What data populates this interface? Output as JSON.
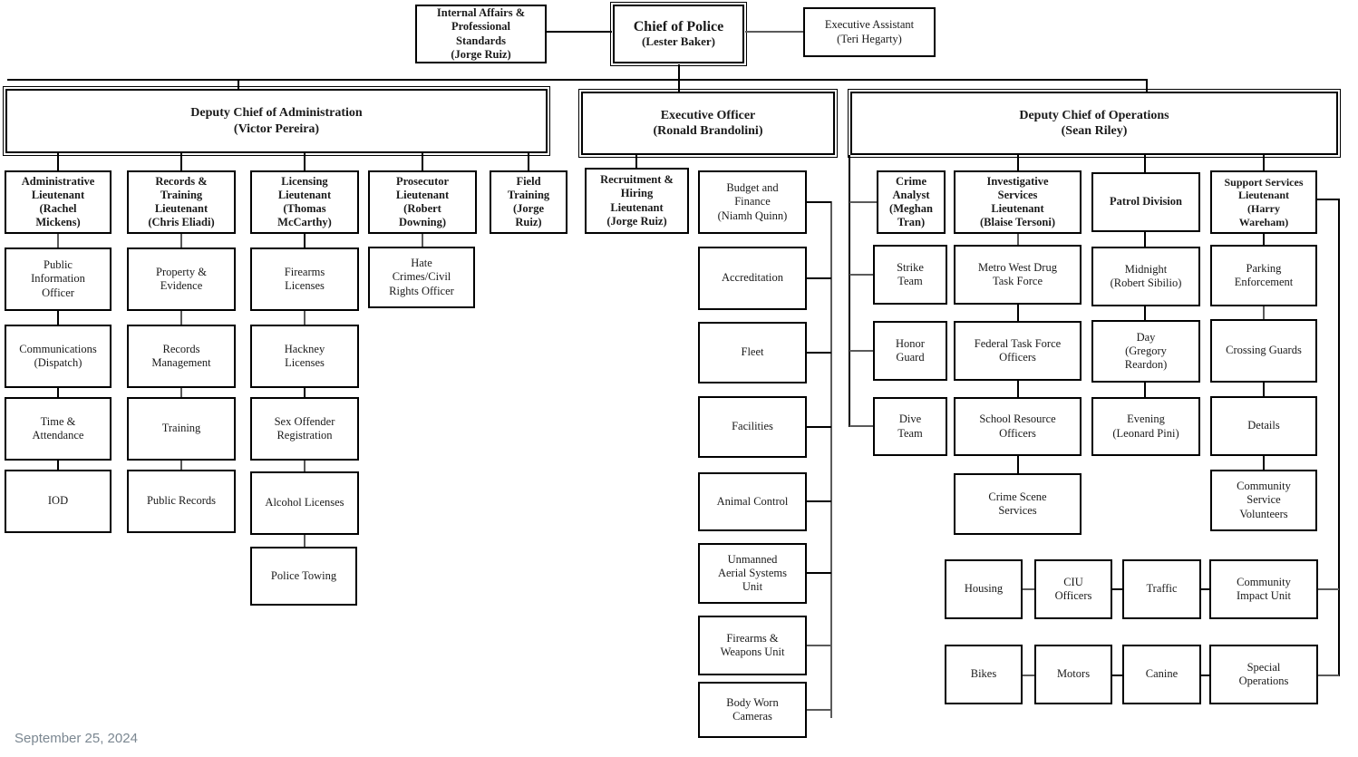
{
  "date": "September 25, 2024",
  "org": {
    "iaps": "Internal Affairs &\nProfessional\nStandards\n(Jorge Ruiz)",
    "chiefTitle": "Chief of Police",
    "chiefName": "(Lester Baker)",
    "execAsst": "Executive Assistant\n(Teri Hegarty)",
    "dcAdmin": "Deputy Chief of Administration\n(Victor Pereira)",
    "execOfficer": "Executive Officer\n(Ronald Brandolini)",
    "dcOps": "Deputy Chief of Operations\n(Sean Riley)",
    "adminLt": "Administrative\nLieutenant\n(Rachel\nMickens)",
    "recordsLt": "Records &\nTraining\nLieutenant\n(Chris Eliadi)",
    "licensingLt": "Licensing\nLieutenant\n(Thomas\nMcCarthy)",
    "prosecutorLt": "Prosecutor\nLieutenant\n(Robert\nDowning)",
    "fieldTraining": "Field\nTraining\n(Jorge\nRuiz)",
    "pio": "Public\nInformation\nOfficer",
    "comms": "Communications\n(Dispatch)",
    "timeAttendance": "Time &\nAttendance",
    "iod": "IOD",
    "property": "Property &\nEvidence",
    "recordsMgmt": "Records\nManagement",
    "training": "Training",
    "publicRecords": "Public Records",
    "firearmsLic": "Firearms\nLicenses",
    "hackney": "Hackney\nLicenses",
    "sexOffender": "Sex Offender\nRegistration",
    "alcohol": "Alcohol Licenses",
    "towing": "Police Towing",
    "hateCrimes": "Hate\nCrimes/Civil\nRights Officer",
    "recruitmentLt": "Recruitment &\nHiring\nLieutenant\n(Jorge Ruiz)",
    "budget": "Budget and\nFinance\n(Niamh Quinn)",
    "accreditation": "Accreditation",
    "fleet": "Fleet",
    "facilities": "Facilities",
    "animalControl": "Animal Control",
    "uas": "Unmanned\nAerial Systems\nUnit",
    "weaponsUnit": "Firearms &\nWeapons Unit",
    "bwc": "Body Worn\nCameras",
    "crimeAnalyst": "Crime\nAnalyst\n(Meghan\nTran)",
    "investigativeLt": "Investigative\nServices\nLieutenant\n(Blaise Tersoni)",
    "patrolDivision": "Patrol Division",
    "supportLt": "Support Services\nLieutenant\n(Harry\nWareham)",
    "strikeTeam": "Strike\nTeam",
    "honorGuard": "Honor\nGuard",
    "diveTeam": "Dive\nTeam",
    "metroWest": "Metro West Drug\nTask Force",
    "federalTF": "Federal Task Force\nOfficers",
    "schoolResource": "School Resource\nOfficers",
    "crimeScene": "Crime Scene\nServices",
    "midnight": "Midnight\n(Robert Sibilio)",
    "day": "Day\n(Gregory\nReardon)",
    "evening": "Evening\n(Leonard Pini)",
    "parking": "Parking\nEnforcement",
    "crossing": "Crossing Guards",
    "details": "Details",
    "csVolunteers": "Community\nService\nVolunteers",
    "housing": "Housing",
    "ciu": "CIU\nOfficers",
    "traffic": "Traffic",
    "communityImpact": "Community\nImpact Unit",
    "bikes": "Bikes",
    "motors": "Motors",
    "canine": "Canine",
    "specialOps": "Special\nOperations"
  }
}
